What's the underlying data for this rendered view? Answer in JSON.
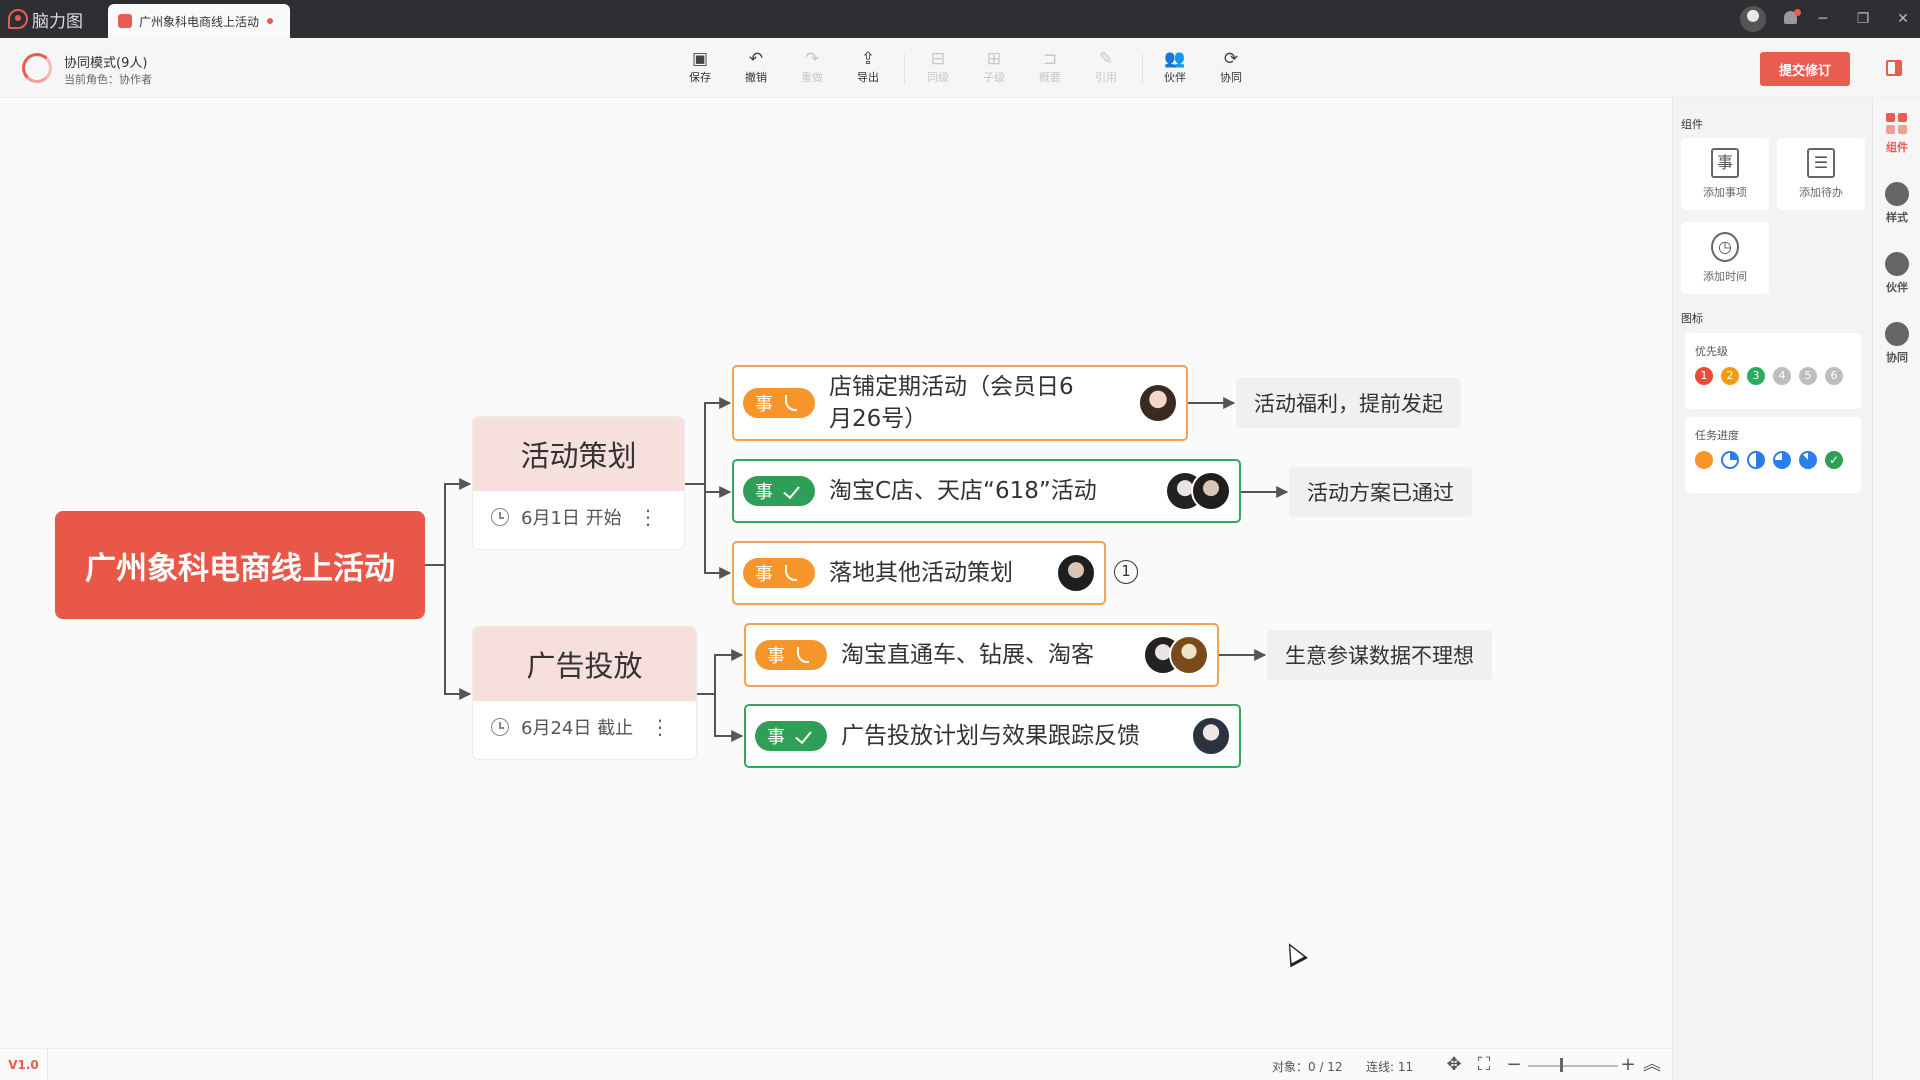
{
  "app": {
    "name": "脑力图",
    "brand_color": "#e85d4f"
  },
  "tab": {
    "title": "广州象科电商线上活动"
  },
  "titlebar": {
    "minimize_icon": "minimize-icon",
    "restore_icon": "restore-icon",
    "close_icon": "close-icon"
  },
  "collab": {
    "title": "协同模式(9人)",
    "role": "当前角色：协作者"
  },
  "toolbar": {
    "save": "保存",
    "undo": "撤销",
    "redo": "重做",
    "export": "导出",
    "sibling": "同级",
    "child": "子级",
    "summary": "概要",
    "quote": "引用",
    "partner": "伙伴",
    "collab": "协同",
    "submit": "提交修订"
  },
  "mindmap": {
    "root": "广州象科电商线上活动",
    "branches": [
      {
        "title": "活动策划",
        "date": "6月1日 开始",
        "tasks": [
          {
            "tag": "事",
            "status": "in-progress",
            "text_line1": "店铺定期活动（会员日6",
            "text_line2": "月26号）",
            "note": "活动福利，提前发起"
          },
          {
            "tag": "事",
            "status": "done",
            "text": "淘宝C店、天店“618”活动",
            "note": "活动方案已通过"
          },
          {
            "tag": "事",
            "status": "in-progress",
            "text": "落地其他活动策划",
            "count": "1"
          }
        ]
      },
      {
        "title": "广告投放",
        "date": "6月24日 截止",
        "tasks": [
          {
            "tag": "事",
            "status": "in-progress",
            "text": "淘宝直通车、钻展、淘客",
            "note": "生意参谋数据不理想"
          },
          {
            "tag": "事",
            "status": "done",
            "text": "广告投放计划与效果跟踪反馈"
          }
        ]
      }
    ]
  },
  "panel": {
    "components_title": "组件",
    "add_item": "添加事项",
    "add_todo": "添加待办",
    "add_time": "添加时间",
    "icons_title": "图标",
    "priority_title": "优先级",
    "priorities": [
      "1",
      "2",
      "3",
      "4",
      "5",
      "6"
    ],
    "priority_colors": [
      "#e74c3c",
      "#f39c12",
      "#27ae60",
      "#bdbdbd",
      "#bdbdbd",
      "#bdbdbd"
    ],
    "progress_title": "任务进度"
  },
  "sidenav": {
    "components": "组件",
    "style": "样式",
    "partner": "伙伴",
    "collab": "协同"
  },
  "status": {
    "version": "V1.0",
    "objects": "对象：0 / 12",
    "links": "连线: 11"
  },
  "colors": {
    "orange": "#f5952a",
    "green": "#2f9e57",
    "root": "#e85747",
    "branch_bg": "#f6dfdc"
  }
}
